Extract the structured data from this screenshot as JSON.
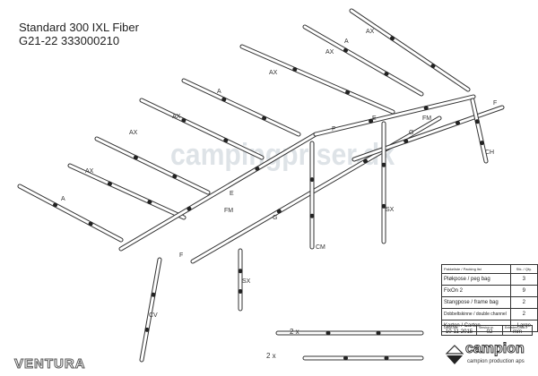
{
  "header": {
    "title_line1": "Standard 300 IXL Fiber",
    "title_line2": "G21-22 333000210"
  },
  "watermark": "campingpriser.dk",
  "parts_labels": {
    "ax": "AX",
    "a": "A",
    "e": "E",
    "fm": "FM",
    "f": "F",
    "g": "G",
    "ch": "CH",
    "sx": "SX",
    "cm": "CM",
    "cv": "CV"
  },
  "packing_list": {
    "header_item": "Pakkeliste / Packing list",
    "header_qty": "Stk. / Qty.",
    "rows": [
      {
        "item": "Pløkpose / peg bag",
        "qty": "3"
      },
      {
        "item": "FixOn 2",
        "qty": "9"
      },
      {
        "item": "Stangpose / frame bag",
        "qty": "2"
      },
      {
        "item": "Dobbeltskinne / double channel",
        "qty": "2"
      },
      {
        "item": "Karton / Carton",
        "qty": "Large"
      }
    ]
  },
  "meta": {
    "date_label": "Dato/Date",
    "date": "10-11-2015",
    "version_label": "Version nr.",
    "version": "02",
    "unit_label": "Enheder/Units",
    "unit": "mm"
  },
  "extras": {
    "qty_row1": "2 x",
    "qty_row2": "2 x"
  },
  "brand": {
    "logo": "campion",
    "sub": "campion production aps",
    "ventura": "VENTURA"
  },
  "colors": {
    "line": "#333333",
    "watermark": "#d3dae0"
  }
}
